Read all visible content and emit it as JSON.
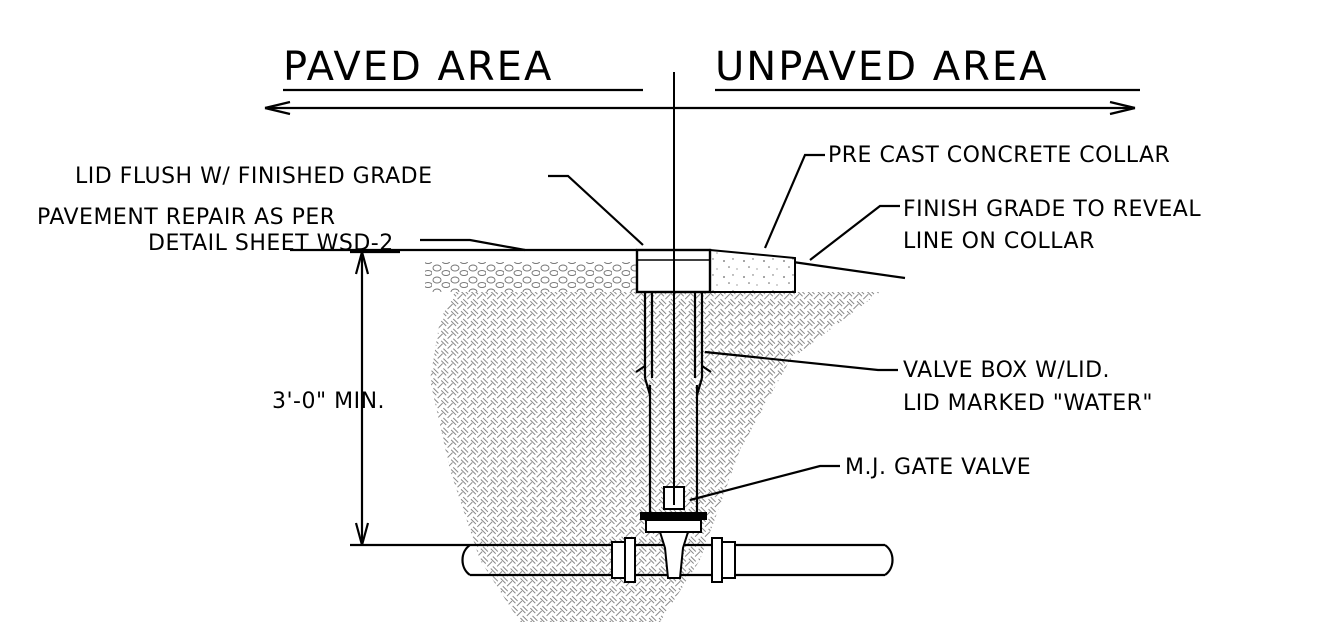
{
  "headings": {
    "paved": "PAVED AREA",
    "unpaved": "UNPAVED AREA"
  },
  "labels": {
    "lid_flush": "LID FLUSH W/ FINISHED GRADE",
    "pavement_line1": "PAVEMENT REPAIR AS PER",
    "pavement_line2": "DETAIL SHEET WSD-2",
    "collar": "PRE CAST CONCRETE COLLAR",
    "finish_line1": "FINISH GRADE TO REVEAL",
    "finish_line2": "LINE ON COLLAR",
    "valve_box_line1": "VALVE BOX W/LID.",
    "valve_box_line2": "LID MARKED \"WATER\"",
    "gate_valve": "M.J. GATE VALVE",
    "depth": "3'-0\" MIN."
  }
}
